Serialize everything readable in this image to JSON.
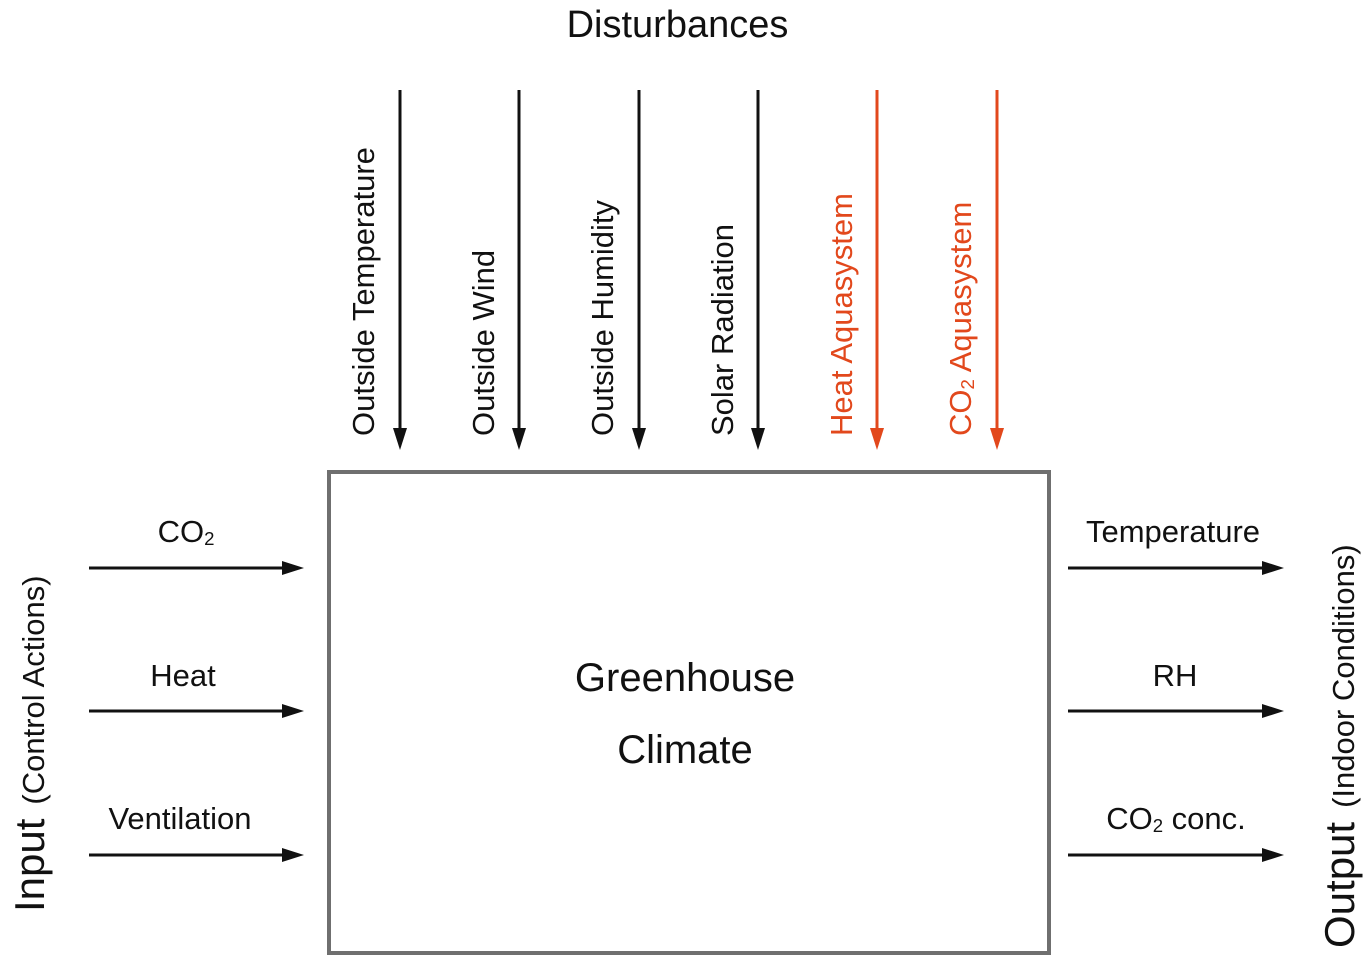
{
  "title": "Disturbances",
  "box": {
    "line1": "Greenhouse",
    "line2": "Climate"
  },
  "disturbances": [
    {
      "label": "Outside Temperature",
      "color": "#111111"
    },
    {
      "label": "Outside Wind",
      "color": "#111111"
    },
    {
      "label": "Outside Humidity",
      "color": "#111111"
    },
    {
      "label": "Solar Radiation",
      "color": "#111111"
    },
    {
      "label": "Heat Aquasystem",
      "color": "#e2481c"
    },
    {
      "label_main": "CO",
      "label_sub": "2",
      "label_rest": " Aquasystem",
      "color": "#e2481c"
    }
  ],
  "inputs": {
    "title": "Input",
    "subtitle": "(Control Actions)",
    "items": [
      {
        "label_main": "CO",
        "label_sub": "2"
      },
      {
        "label": "Heat"
      },
      {
        "label": "Ventilation"
      }
    ]
  },
  "outputs": {
    "title": "Output",
    "subtitle": "(Indoor Conditions)",
    "items": [
      {
        "label": "Temperature"
      },
      {
        "label": "RH"
      },
      {
        "label_main": "CO",
        "label_sub": "2",
        "label_rest": " conc."
      }
    ]
  }
}
